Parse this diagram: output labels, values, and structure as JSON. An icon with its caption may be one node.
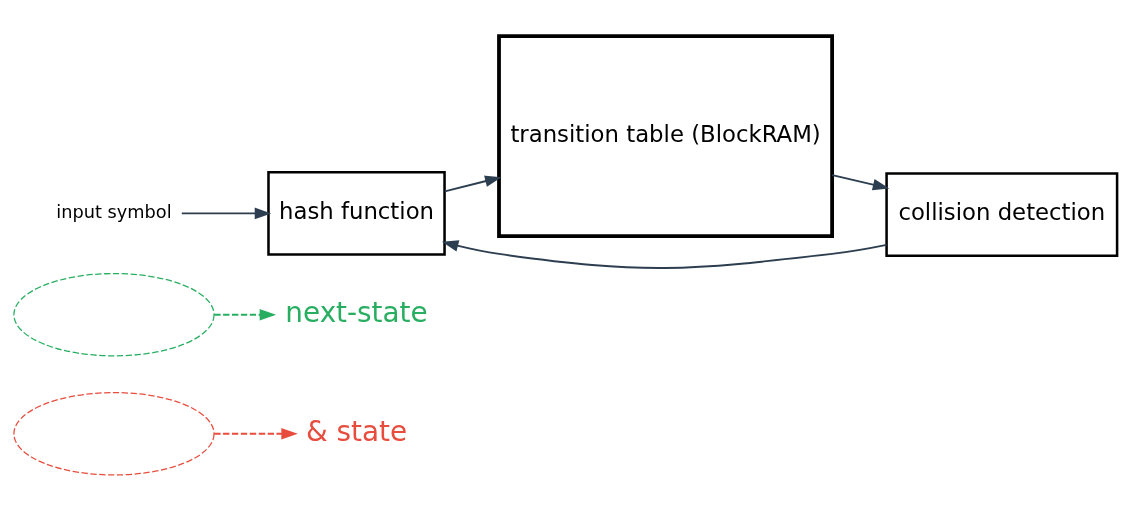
{
  "diagram": {
    "nodes": [
      {
        "text": [
          "next-state"
        ]
      },
      {
        "text": [
          "& state"
        ]
      },
      {
        "text": [],
        "shape": "ellipse"
      },
      {
        "text": [],
        "shape": "ellipse"
      },
      {
        "text": [
          "input symbol"
        ]
      },
      {
        "text": [
          "hash function"
        ]
      },
      {
        "text": [
          "transition table (BlockRAM)"
        ]
      },
      {
        "text": [
          "collision detection"
        ]
      }
    ],
    "edges": [
      {
        "from": 2,
        "to": 0,
        "arrow": "to",
        "style": "dashed",
        "color": "#27ae60"
      },
      {
        "from": 3,
        "to": 1,
        "arrow": "to",
        "style": "dashed",
        "color": "#e74c3c"
      },
      {
        "from": 4,
        "to": 5,
        "arrow": "to"
      },
      {
        "from": 5,
        "to": 6,
        "arrow": "to"
      },
      {
        "from": 6,
        "to": 7,
        "arrow": "to"
      },
      {
        "from": 7,
        "to": 5,
        "arrow": "to"
      }
    ]
  }
}
